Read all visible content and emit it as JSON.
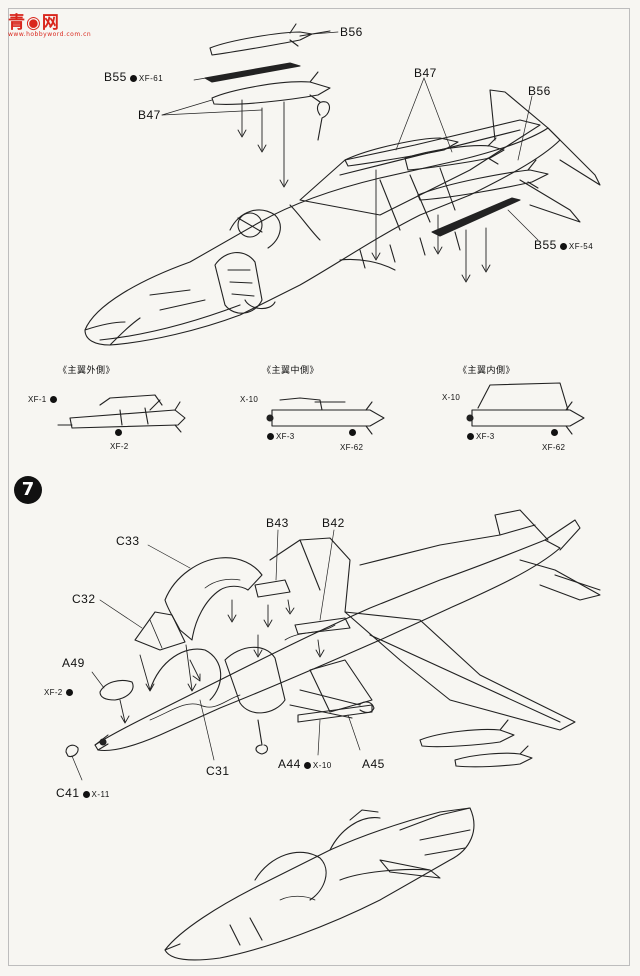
{
  "logo": {
    "text": "青◉网",
    "url_text": "www.hobbyword.com.cn"
  },
  "step": {
    "number": "7"
  },
  "top_labels": {
    "b56_top": "B56",
    "b55_left": "B55",
    "b55_left_paint": "XF-61",
    "b47_left": "B47",
    "b47_right": "B47",
    "b56_right": "B56",
    "b55_right": "B55",
    "b55_right_paint": "XF-54"
  },
  "captions": {
    "outer": "《主翼外側》",
    "middle": "《主翼中側》",
    "inner": "《主翼内側》"
  },
  "detail_paints": {
    "outer_top": "XF-1",
    "outer_bottom": "XF-2",
    "middle_top": "X-10",
    "middle_bottom_left": "XF-3",
    "middle_bottom_right": "XF-62",
    "inner_top": "X-10",
    "inner_bottom_left": "XF-3",
    "inner_bottom_right": "XF-62"
  },
  "step7_labels": {
    "b43": "B43",
    "b42": "B42",
    "c33": "C33",
    "c32": "C32",
    "a49": "A49",
    "a49_paint": "XF-2",
    "c31": "C31",
    "a44": "A44",
    "a44_paint": "X-10",
    "a45": "A45",
    "c41": "C41",
    "c41_paint": "X-11"
  }
}
